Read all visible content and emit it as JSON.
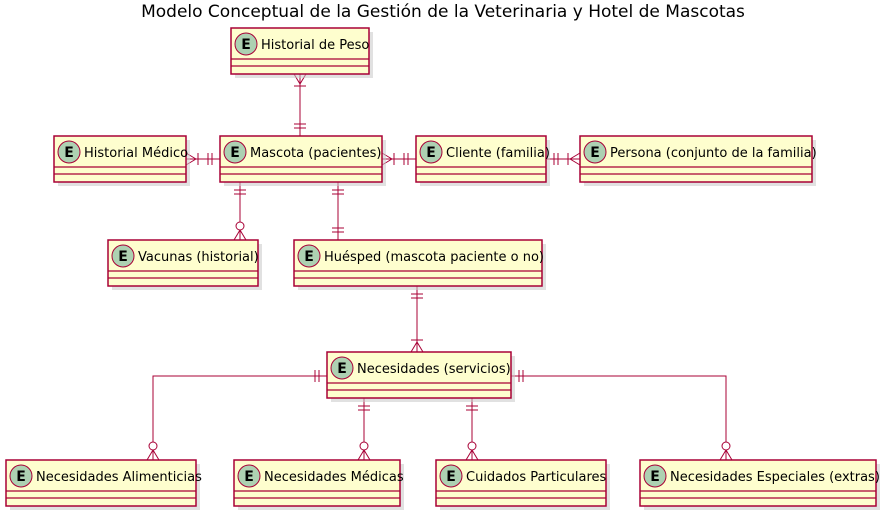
{
  "diagram": {
    "title": "Modelo Conceptual de la Gestión de la Veterinaria y Hotel de Mascotas",
    "entity_marker": "E",
    "colors": {
      "entity_fill": "#FEFECE",
      "entity_border": "#A80036",
      "badge_fill": "#ADD1B2",
      "connector": "#A80036"
    }
  },
  "entities": [
    {
      "id": "historial_peso",
      "name": "Historial de Peso"
    },
    {
      "id": "historial_medico",
      "name": "Historial Médico"
    },
    {
      "id": "mascota",
      "name": "Mascota (pacientes)"
    },
    {
      "id": "cliente",
      "name": "Cliente (familia)"
    },
    {
      "id": "persona",
      "name": "Persona (conjunto de la familia)"
    },
    {
      "id": "vacunas",
      "name": "Vacunas (historial)"
    },
    {
      "id": "huesped",
      "name": "Huésped (mascota paciente o no)"
    },
    {
      "id": "necesidades",
      "name": "Necesidades (servicios)"
    },
    {
      "id": "nec_alimenticias",
      "name": "Necesidades Alimenticias"
    },
    {
      "id": "nec_medicas",
      "name": "Necesidades Médicas"
    },
    {
      "id": "cuidados",
      "name": "Cuidados Particulares"
    },
    {
      "id": "nec_especiales",
      "name": "Necesidades Especiales (extras)"
    }
  ],
  "relationships": [
    {
      "from": "historial_peso",
      "from_card": "one-or-many",
      "to": "mascota",
      "to_card": "exactly-one"
    },
    {
      "from": "historial_medico",
      "from_card": "one-or-many",
      "to": "mascota",
      "to_card": "exactly-one"
    },
    {
      "from": "mascota",
      "from_card": "one-or-many",
      "to": "cliente",
      "to_card": "exactly-one"
    },
    {
      "from": "cliente",
      "from_card": "exactly-one",
      "to": "persona",
      "to_card": "one-or-many"
    },
    {
      "from": "mascota",
      "from_card": "exactly-one",
      "to": "vacunas",
      "to_card": "zero-or-many"
    },
    {
      "from": "mascota",
      "from_card": "exactly-one",
      "to": "huesped",
      "to_card": "exactly-one"
    },
    {
      "from": "huesped",
      "from_card": "exactly-one",
      "to": "necesidades",
      "to_card": "one-or-many"
    },
    {
      "from": "necesidades",
      "from_card": "exactly-one",
      "to": "nec_alimenticias",
      "to_card": "zero-or-many"
    },
    {
      "from": "necesidades",
      "from_card": "exactly-one",
      "to": "nec_medicas",
      "to_card": "zero-or-many"
    },
    {
      "from": "necesidades",
      "from_card": "exactly-one",
      "to": "cuidados",
      "to_card": "zero-or-many"
    },
    {
      "from": "necesidades",
      "from_card": "exactly-one",
      "to": "nec_especiales",
      "to_card": "zero-or-many"
    }
  ]
}
